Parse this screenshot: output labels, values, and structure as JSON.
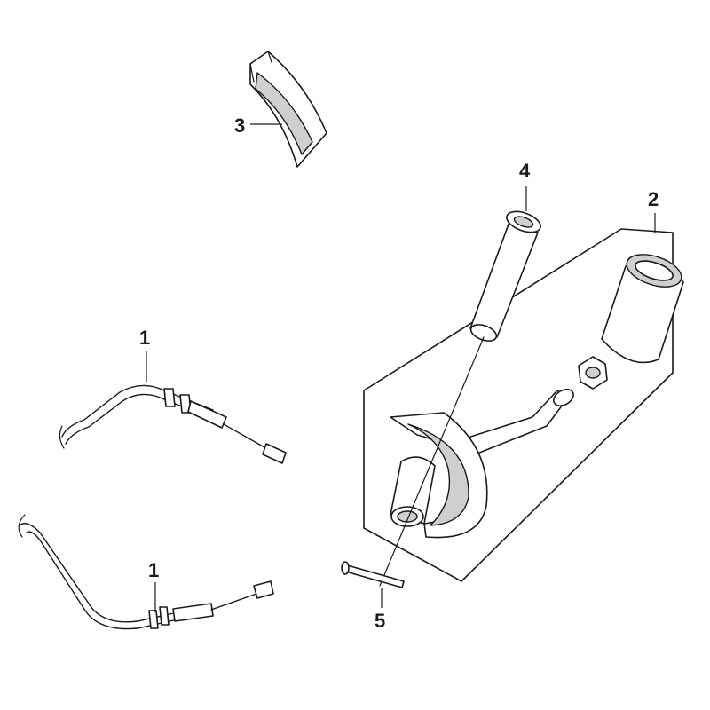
{
  "callouts": {
    "cable_top": "1",
    "cable_bottom": "1",
    "throttle_housing": "2",
    "grip_cover": "3",
    "throttle_tube": "4",
    "pin": "5"
  },
  "colors": {
    "line": "#1a1a1a",
    "shade": "#cfcfcf",
    "background": "#ffffff"
  }
}
